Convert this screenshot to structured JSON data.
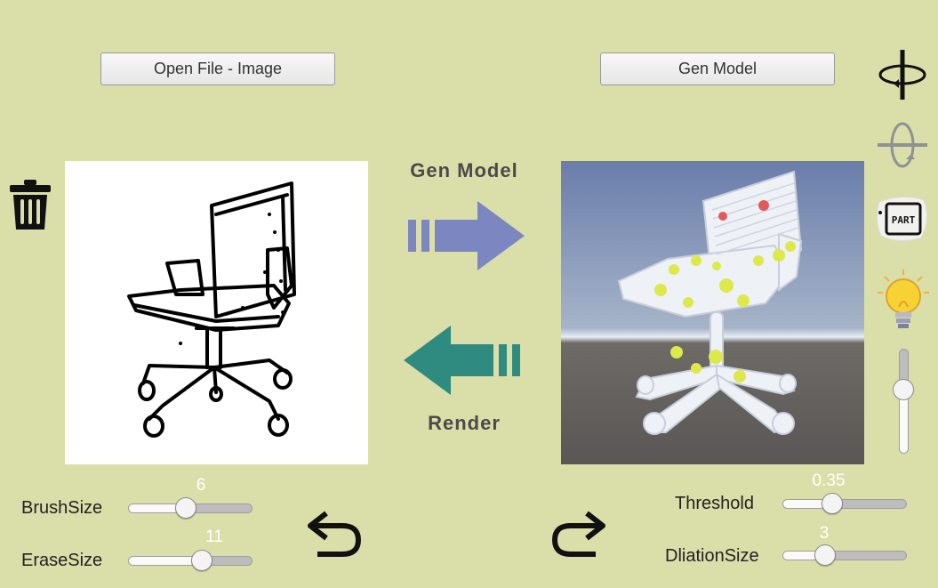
{
  "buttons": {
    "open_file": "Open File - Image",
    "gen_model": "Gen Model"
  },
  "flow": {
    "gen_model_label": "Gen Model",
    "render_label": "Render",
    "forward_color": "#7c86c1",
    "backward_color": "#2f8b80"
  },
  "sliders": {
    "brush_size": {
      "label": "BrushSize",
      "value": "6",
      "fraction": 0.45
    },
    "erase_size": {
      "label": "EraseSize",
      "value": "11",
      "fraction": 0.6
    },
    "threshold": {
      "label": "Threshold",
      "value": "0.35",
      "fraction": 0.37
    },
    "dilation_size": {
      "label": "DliationSize",
      "value": "3",
      "fraction": 0.3
    },
    "light_intensity": {
      "fraction": 0.65
    }
  },
  "icons": {
    "delete": "trash-icon",
    "undo": "undo-icon",
    "redo": "redo-icon",
    "rotate_vertical": "rotate-vertical-icon",
    "rotate_horizontal": "rotate-horizontal-icon",
    "part": "part-icon",
    "light": "lightbulb-icon"
  },
  "part_icon_text": "PART",
  "colors": {
    "background": "#dadfa9",
    "keypoint_yellow": "#dde94a",
    "keypoint_red": "#e05a5a"
  }
}
